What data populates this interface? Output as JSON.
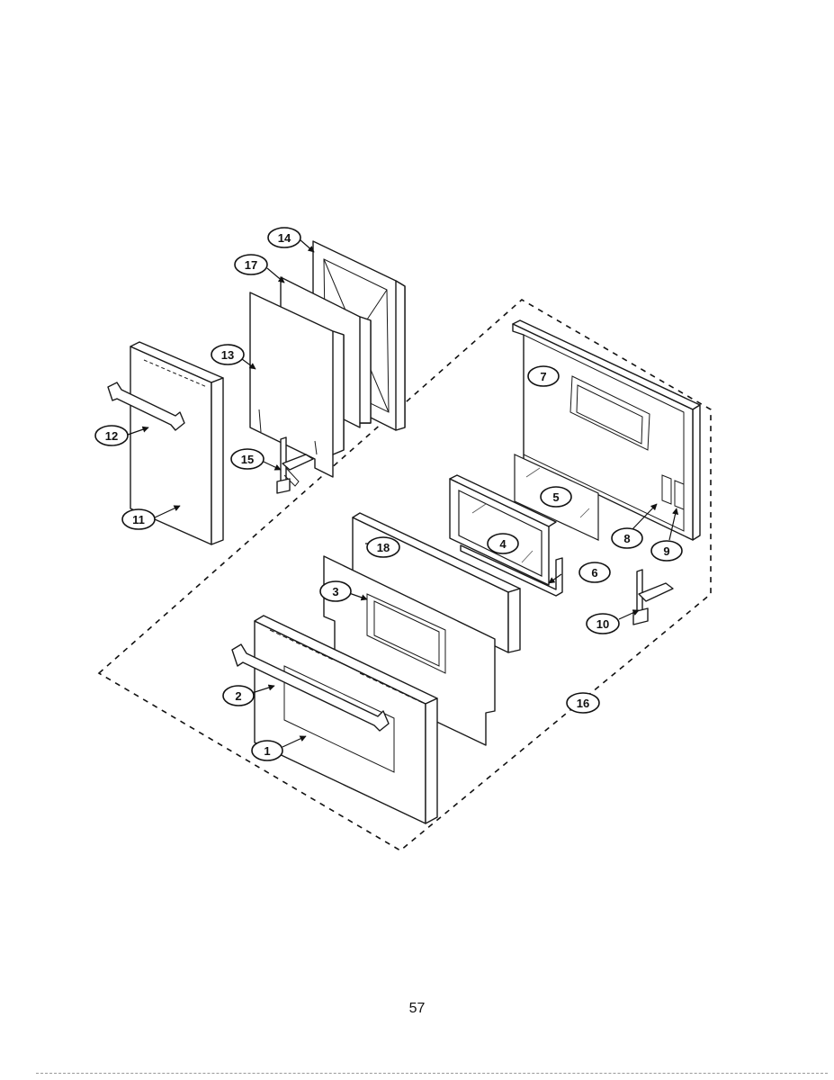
{
  "callouts": {
    "c1": "1",
    "c2": "2",
    "c3": "3",
    "c4": "4",
    "c5": "5",
    "c6": "6",
    "c7": "7",
    "c8": "8",
    "c9": "9",
    "c10": "10",
    "c11": "11",
    "c12": "12",
    "c13": "13",
    "c14": "14",
    "c15": "15",
    "c16": "16",
    "c17": "17",
    "c18": "18"
  },
  "page_number": "57"
}
